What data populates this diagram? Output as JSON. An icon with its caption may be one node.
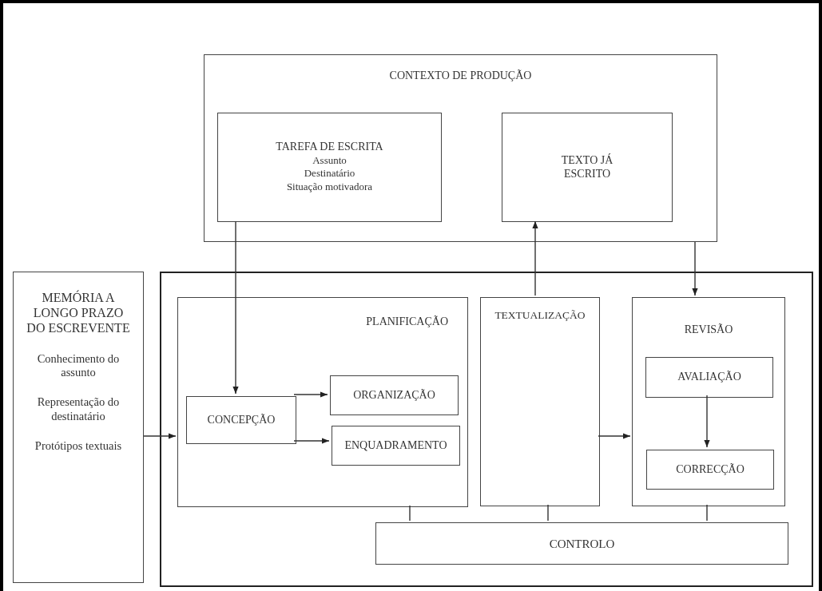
{
  "diagram": {
    "nodes": [
      {
        "text": [
          "CONTEXTO DE PRODUÇÃO"
        ]
      },
      {
        "text": [
          "TAREFA DE ESCRITA",
          "Assunto",
          "Destinatário",
          "Situação motivadora"
        ],
        "in": 0
      },
      {
        "text": [
          "TEXTO JÁ ESCRITO"
        ],
        "in": 0
      },
      {
        "text": [
          "MEMÓRIA A LONGO PRAZO DO ESCREVENTE",
          "Conhecimento do assunto",
          "Representação do destinatário",
          "Protótipos textuais"
        ]
      },
      {
        "text": [],
        "shape": "box"
      },
      {
        "text": [
          "PLANIFICAÇÃO"
        ],
        "in": 4
      },
      {
        "text": [
          "CONCEPÇÃO"
        ],
        "in": 5
      },
      {
        "text": [
          "ORGANIZAÇÃO"
        ],
        "in": 5
      },
      {
        "text": [
          "ENQUADRAMENTO"
        ],
        "in": 5
      },
      {
        "text": [
          "TEXTUALIZAÇÃO"
        ],
        "in": 4
      },
      {
        "text": [
          "REVISÃO"
        ],
        "in": 4
      },
      {
        "text": [
          "AVALIAÇÃO"
        ],
        "in": 10
      },
      {
        "text": [
          "CORRECÇÃO"
        ],
        "in": 10
      },
      {
        "text": [
          "CONTROLO"
        ],
        "in": 4
      }
    ],
    "edges": [
      {
        "from": 1,
        "to": 6,
        "arrow": "to"
      },
      {
        "from": 9,
        "to": 2,
        "arrow": "to"
      },
      {
        "from": 0,
        "to": 10,
        "arrow": "to"
      },
      {
        "from": 3,
        "to": 5,
        "arrow": "to"
      },
      {
        "from": 6,
        "to": 7,
        "arrow": "to"
      },
      {
        "from": 6,
        "to": 8,
        "arrow": "to"
      },
      {
        "from": 9,
        "to": 10,
        "arrow": "to"
      },
      {
        "from": 11,
        "to": 12,
        "arrow": "to"
      },
      {
        "from": 5,
        "to": 13,
        "arrow": "none"
      },
      {
        "from": 9,
        "to": 13,
        "arrow": "none"
      },
      {
        "from": 10,
        "to": 13,
        "arrow": "none"
      }
    ]
  }
}
